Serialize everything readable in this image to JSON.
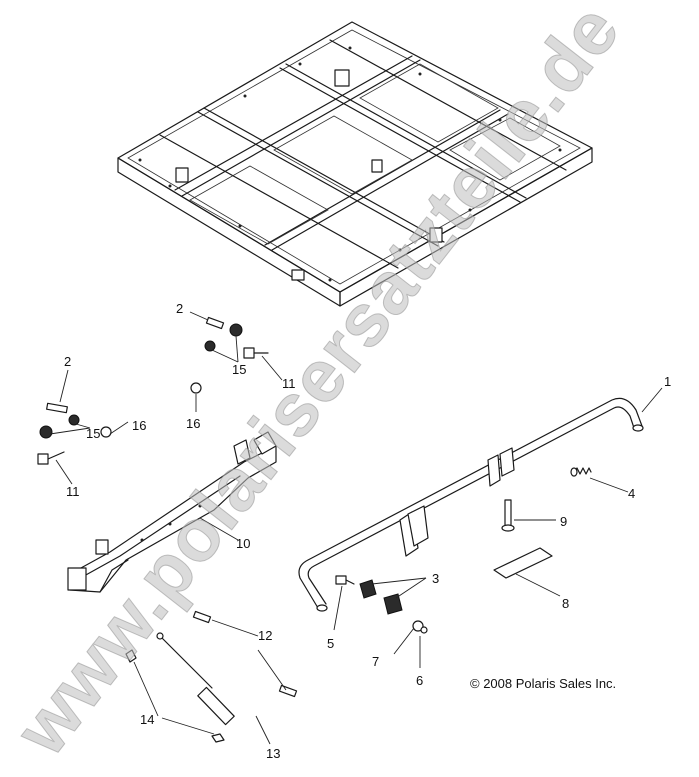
{
  "watermark": "www.polarisersatzteile.de",
  "copyright": "© 2008 Polaris Sales Inc.",
  "callouts": [
    "1",
    "2",
    "2",
    "3",
    "4",
    "5",
    "6",
    "7",
    "8",
    "9",
    "10",
    "11",
    "11",
    "12",
    "13",
    "14",
    "15",
    "15",
    "16",
    "16"
  ]
}
